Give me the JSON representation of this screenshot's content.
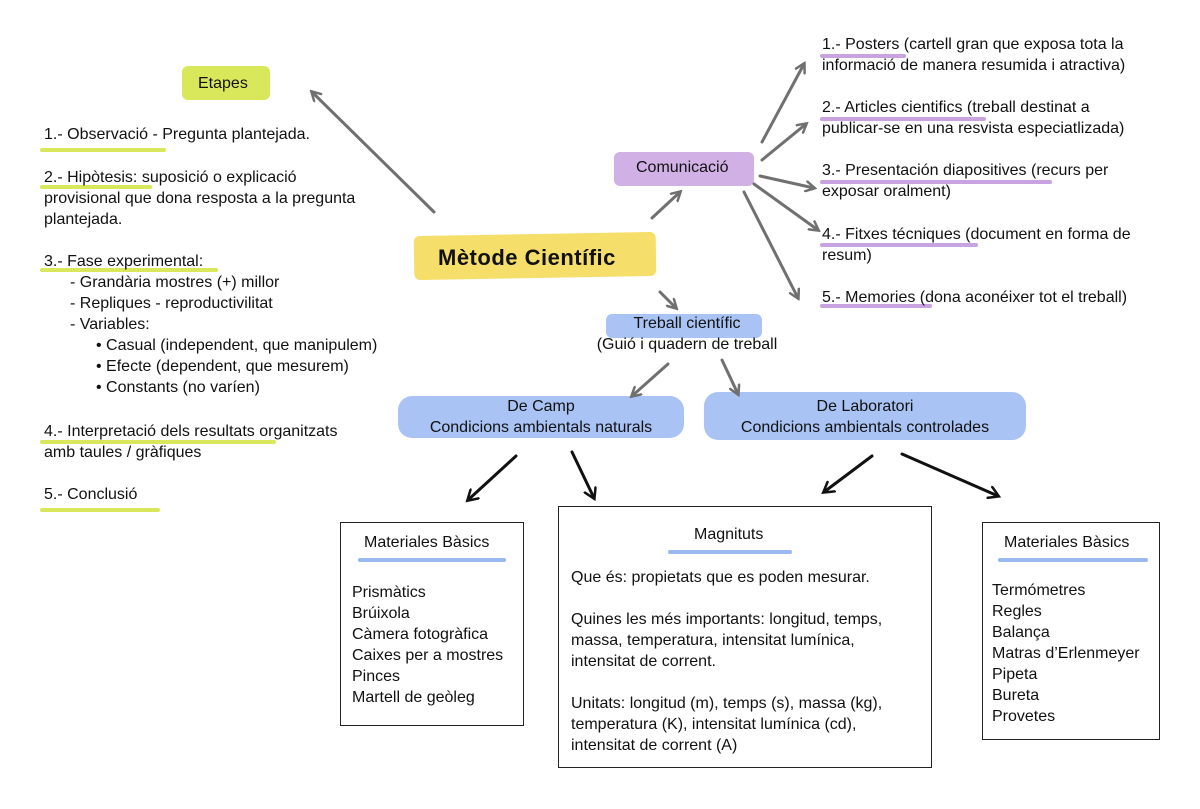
{
  "colors": {
    "yellow": "#d8e85a",
    "title_yellow": "#f6de6a",
    "purple": "#c9a3e0",
    "blue": "#9ab8f2",
    "arrow_gray": "#707070",
    "arrow_black": "#111111"
  },
  "center": {
    "title": "Mètode Científic"
  },
  "etapes": {
    "label": "Etapes",
    "s1": "1.- Observació - Pregunta plantejada.",
    "s2": [
      "2.- Hipòtesis: suposició  o explicació",
      "provisional que dona resposta a la pregunta",
      "plantejada."
    ],
    "s3": {
      "title": "3.- Fase experimental:",
      "items": [
        "-  Grandària mostres (+) millor",
        "-  Repliques - reproductivilitat",
        "-  Variables:"
      ],
      "variables": [
        "•  Casual (independent, que manipulem)",
        "•  Efecte (dependent, que mesurem)",
        "•  Constants (no varíen)"
      ]
    },
    "s4": [
      "4.- Interpretació dels resultats organitzats",
      "amb taules / gràfiques"
    ],
    "s5": "5.- Conclusió"
  },
  "comunicacio": {
    "label": "Comunicació",
    "items": [
      [
        "1.- Posters (cartell gran que exposa tota la",
        "informació de manera resumida i atractiva)"
      ],
      [
        "2.- Articles cientifics (treball destinat a",
        "publicar-se en una resvista especiatlizada)"
      ],
      [
        "3.- Presentación diapositives (recurs per",
        "exposar oralment)"
      ],
      [
        "4.- Fitxes técniques (document en forma de",
        "resum)"
      ],
      [
        "5.- Memories (dona aconéixer tot el treball)"
      ]
    ]
  },
  "treball": {
    "line1": "Treball científic",
    "line2": "(Guió i quadern de treball"
  },
  "camp": {
    "line1": "De Camp",
    "line2": "Condicions ambientals naturals"
  },
  "laboratori": {
    "line1": "De Laboratori",
    "line2": "Condicions ambientals controlades"
  },
  "materials_camp": {
    "title": "Materiales Bàsics",
    "items": [
      "Prismàtics",
      "Brúixola",
      "Càmera fotogràfica",
      "Caixes per a mostres",
      "Pinces",
      "Martell de geòleg"
    ]
  },
  "magnituts": {
    "title": "Magnituts",
    "p1": "Que és: propietats que es poden mesurar.",
    "p2": [
      "Quines les més importants: longitud, temps,",
      "massa, temperatura, intensitat lumínica,",
      "intensitat de corrent."
    ],
    "p3": [
      "Unitats: longitud (m), temps (s), massa (kg),",
      "temperatura (K), intensitat lumínica (cd),",
      "intensitat de corrent (A)"
    ]
  },
  "materials_lab": {
    "title": "Materiales Bàsics",
    "items": [
      "Termómetres",
      "Regles",
      "Balança",
      "Matras d’Erlenmeyer",
      "Pipeta",
      "Bureta",
      "Provetes"
    ]
  }
}
